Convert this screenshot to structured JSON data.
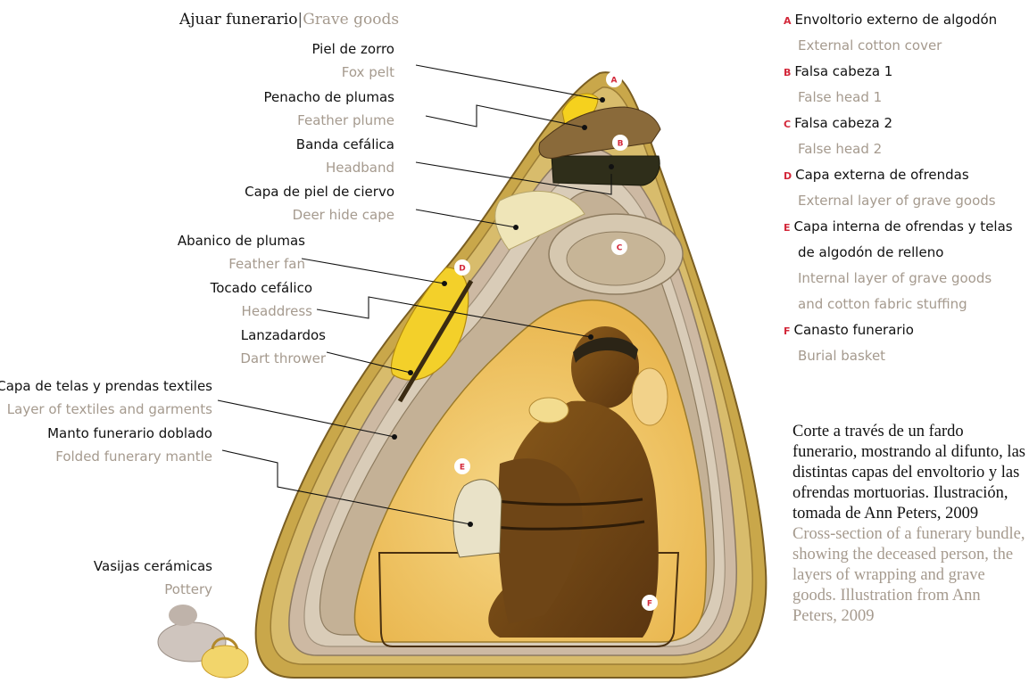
{
  "title": {
    "es": "Ajuar funerario",
    "separator": "|",
    "en": "Grave goods"
  },
  "labels": [
    {
      "es": "Piel de zorro",
      "en": "Fox pelt"
    },
    {
      "es": "Penacho de plumas",
      "en": "Feather plume"
    },
    {
      "es": "Banda cefálica",
      "en": "Headband"
    },
    {
      "es": "Capa de piel de ciervo",
      "en": "Deer hide cape"
    },
    {
      "es": "Abanico de plumas",
      "en": "Feather fan"
    },
    {
      "es": "Tocado cefálico",
      "en": "Headdress"
    },
    {
      "es": "Lanzadardos",
      "en": "Dart thrower"
    },
    {
      "es": "Capa de telas y prendas textiles",
      "en": "Layer of textiles and garments"
    },
    {
      "es": "Manto funerario doblado",
      "en": "Folded funerary mantle"
    },
    {
      "es": "Vasijas cerámicas",
      "en": "Pottery"
    }
  ],
  "legend": [
    {
      "letter": "A",
      "es": "Envoltorio externo de algodón",
      "en": "External cotton cover"
    },
    {
      "letter": "B",
      "es": "Falsa cabeza 1",
      "en": "False head 1"
    },
    {
      "letter": "C",
      "es": "Falsa cabeza 2",
      "en": "False head 2"
    },
    {
      "letter": "D",
      "es": "Capa externa de ofrendas",
      "en": "External layer of grave goods"
    },
    {
      "letter": "E",
      "es": "Capa interna de ofrendas y telas",
      "es2": "de algodón de relleno",
      "en": "Internal layer of grave goods",
      "en2": "and cotton fabric stuffing"
    },
    {
      "letter": "F",
      "es": "Canasto funerario",
      "en": "Burial basket"
    }
  ],
  "markers": [
    "A",
    "B",
    "C",
    "D",
    "E",
    "F"
  ],
  "caption": {
    "es": "Corte a través de un fardo funerario, mostrando al difunto, las distintas capas del envoltorio y las ofrendas mortuorias. Ilustración, tomada de Ann Peters, 2009",
    "en": "Cross-section of a funerary bundle, showing the deceased person, the layers of wrapping and grave goods. Illustration from Ann Peters, 2009"
  },
  "colors": {
    "accent_letter": "#d3283a",
    "english_text": "#a59a8e",
    "bundle_outer": "#c9a74a"
  }
}
